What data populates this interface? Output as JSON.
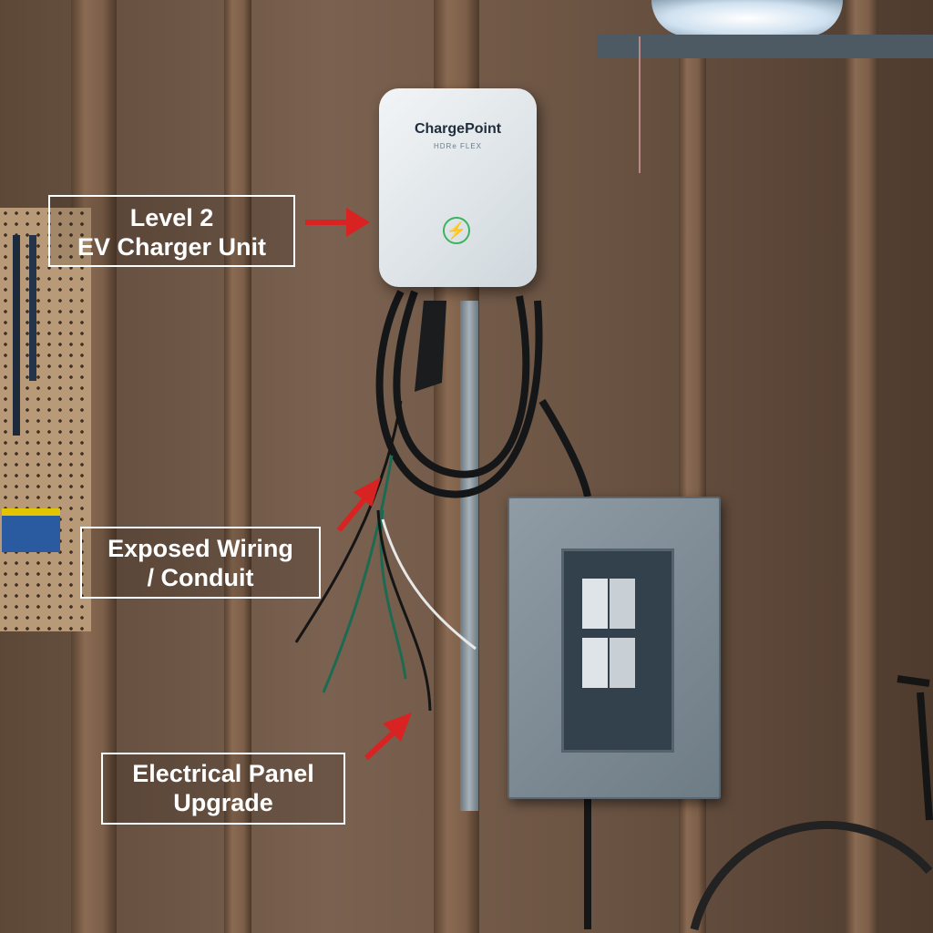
{
  "charger": {
    "brand": "ChargePoint",
    "model": "HDRe FLEX"
  },
  "annotations": [
    {
      "line1": "Level 2",
      "line2": "EV Charger Unit"
    },
    {
      "line1": "Exposed Wiring",
      "line2": "/ Conduit"
    },
    {
      "line1": "Electrical Panel",
      "line2": "Upgrade"
    }
  ],
  "colors": {
    "arrow": "#d92323",
    "label_border": "#ffffff",
    "charger_accent": "#3cb35c"
  }
}
